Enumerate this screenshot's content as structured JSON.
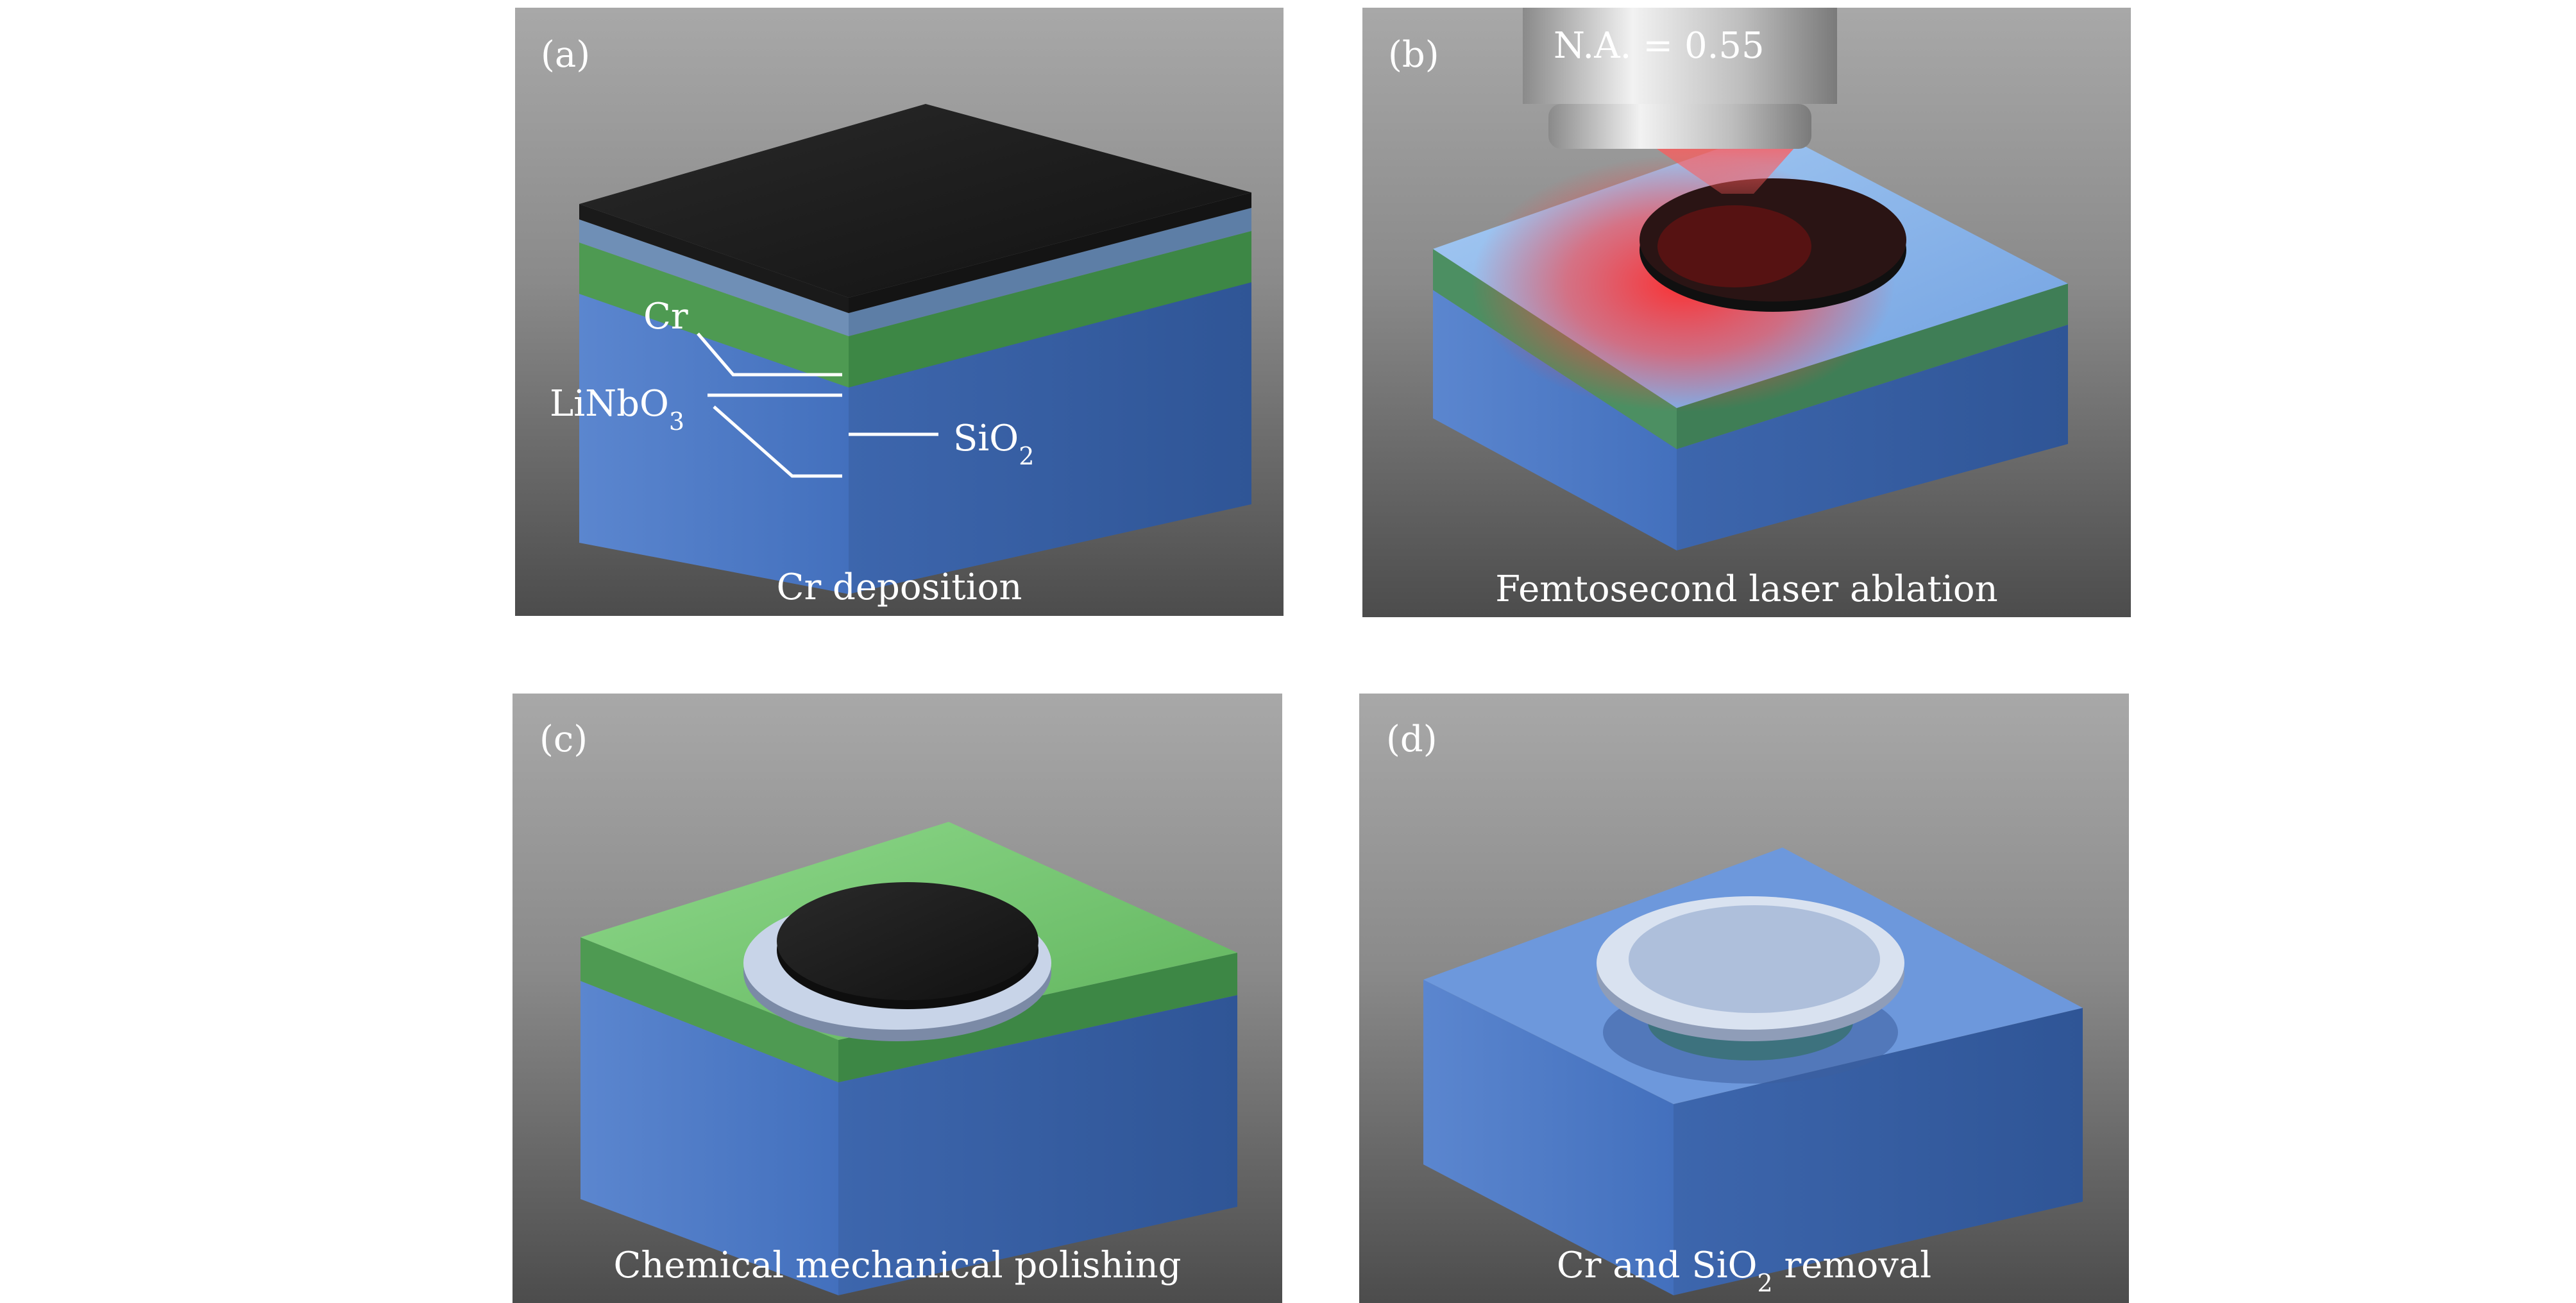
{
  "panels": [
    {
      "letter": "(a)",
      "caption": "Cr deposition",
      "labels": {
        "cr": "Cr",
        "linbo3": "LiNbO",
        "linbo3_sub": "3",
        "sio2": "SiO",
        "sio2_sub": "2"
      }
    },
    {
      "letter": "(b)",
      "caption": "Femtosecond laser ablation",
      "objective_label": "N.A. = 0.55"
    },
    {
      "letter": "(c)",
      "caption": "Chemical mechanical polishing"
    },
    {
      "letter": "(d)",
      "caption_pre": "Cr and SiO",
      "caption_sub": "2",
      "caption_post": " removal"
    }
  ],
  "colors": {
    "background_top": "#a3a3a3",
    "background_bottom": "#4f4f4f",
    "linbo3_blue": "#4a78c6",
    "sio2_green": "#5fae5c",
    "chromium_black": "#1e1e1e",
    "laser_red": "#ff3b3b"
  }
}
